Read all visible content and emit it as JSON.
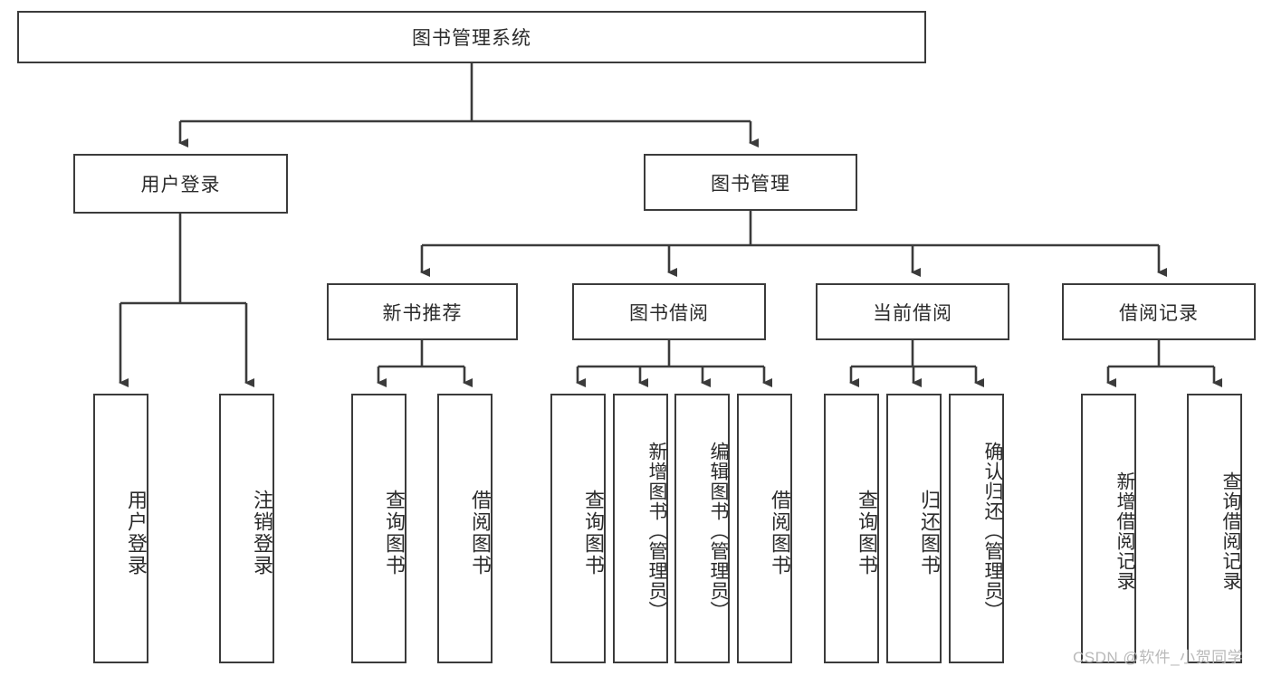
{
  "diagram": {
    "title": "图书管理系统",
    "type": "tree",
    "root": {
      "label": "图书管理系统"
    },
    "level1": [
      {
        "label": "用户登录"
      },
      {
        "label": "图书管理"
      }
    ],
    "level2": [
      {
        "label": "新书推荐"
      },
      {
        "label": "图书借阅"
      },
      {
        "label": "当前借阅"
      },
      {
        "label": "借阅记录"
      }
    ],
    "leaves": {
      "user_login": [
        {
          "label": "用户登录"
        },
        {
          "label": "注销登录"
        }
      ],
      "new_book": [
        {
          "label": "查询图书"
        },
        {
          "label": "借阅图书"
        }
      ],
      "book_borrow": [
        {
          "label": "查询图书"
        },
        {
          "label": "新增图书（管理员）"
        },
        {
          "label": "编辑图书（管理员）"
        },
        {
          "label": "借阅图书"
        }
      ],
      "current_borrow": [
        {
          "label": "查询图书"
        },
        {
          "label": "归还图书"
        },
        {
          "label": "确认归还（管理员）"
        }
      ],
      "borrow_record": [
        {
          "label": "新增借阅记录"
        },
        {
          "label": "查询借阅记录"
        }
      ]
    }
  },
  "watermark": {
    "text": "CSDN @软件_小贺同学"
  },
  "colors": {
    "stroke": "#3b3b3b",
    "text": "#2b2b2b",
    "background": "#ffffff",
    "watermark": "#b9b9b9"
  }
}
